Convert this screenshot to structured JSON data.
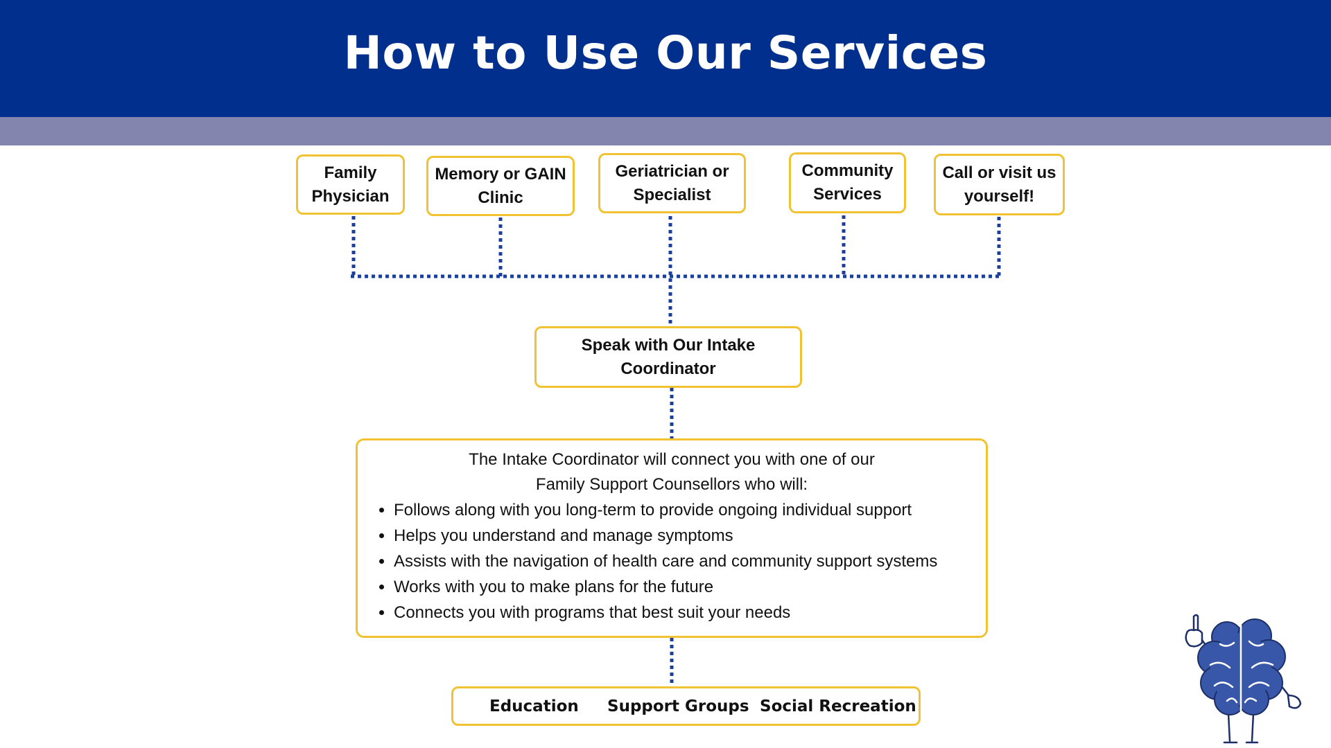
{
  "header": {
    "title": "How to Use Our Services"
  },
  "colors": {
    "header_bg": "#002f8d",
    "band": "#8385ae",
    "box_border": "#f1c232",
    "connector": "#1c3f9a"
  },
  "sources": [
    {
      "line1": "Family",
      "line2": "Physician"
    },
    {
      "line1": "Memory or GAIN",
      "line2": "Clinic"
    },
    {
      "line1": "Geriatrician or",
      "line2": "Specialist"
    },
    {
      "line1": "Community",
      "line2": "Services"
    },
    {
      "line1": "Call or visit us",
      "line2": "yourself!"
    }
  ],
  "intake": {
    "line1": "Speak with Our Intake",
    "line2": "Coordinator"
  },
  "counsellors": {
    "intro_line1": "The Intake Coordinator will connect you with one of our",
    "intro_line2": "Family Support Counsellors who will:",
    "bullets": [
      "Follows along with you long-term to provide ongoing individual support",
      "Helps you understand and manage symptoms",
      "Assists with the navigation of health care and community support systems",
      "Works with you to make plans for the future",
      "Connects you with programs that best suit your needs"
    ]
  },
  "outcomes": [
    "Education",
    "Support Groups",
    "Social Recreation"
  ],
  "mascot": {
    "icon": "brain-mascot-icon"
  }
}
